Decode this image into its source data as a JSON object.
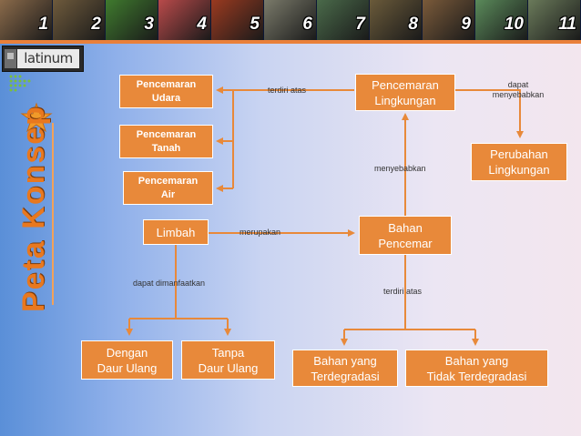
{
  "strip": {
    "tiles": [
      {
        "num": "1",
        "color": "#8a6a4a"
      },
      {
        "num": "2",
        "color": "#6e5a3c"
      },
      {
        "num": "3",
        "color": "#3f7a2e"
      },
      {
        "num": "4",
        "color": "#b84a4a"
      },
      {
        "num": "5",
        "color": "#9a3a20"
      },
      {
        "num": "6",
        "color": "#7a7a6a"
      },
      {
        "num": "7",
        "color": "#4a6a4a"
      },
      {
        "num": "8",
        "color": "#6a5a3a"
      },
      {
        "num": "9",
        "color": "#7a5a3a"
      },
      {
        "num": "10",
        "color": "#5a8a5a"
      },
      {
        "num": "11",
        "color": "#6a7a5a"
      }
    ]
  },
  "logo": {
    "text": "latinum"
  },
  "side_title": "Peta Konsep",
  "diagram": {
    "nodes": {
      "udara": "Pencemaran\nUdara",
      "tanah": "Pencemaran\nTanah",
      "air": "Pencemaran\nAir",
      "lingkungan": "Pencemaran\nLingkungan",
      "perubahan": "Perubahan\nLingkungan",
      "limbah": "Limbah",
      "bahan": "Bahan\nPencemar",
      "dengan": "Dengan\nDaur Ulang",
      "tanpa": "Tanpa\nDaur Ulang",
      "terdegradasi": "Bahan yang\nTerdegradasi",
      "tidak": "Bahan yang\nTidak Terdegradasi"
    },
    "labels": {
      "terdiri_atas_top": "terdiri atas",
      "dapat_menyebabkan": "dapat\nmenyebabkan",
      "menyebabkan": "menyebabkan",
      "merupakan": "merupakan",
      "dapat_dimanfaatkan": "dapat dimanfaatkan",
      "terdiri_atas_bottom": "terdiri atas"
    },
    "colors": {
      "box": "#e8893a",
      "line": "#e8893a"
    }
  }
}
